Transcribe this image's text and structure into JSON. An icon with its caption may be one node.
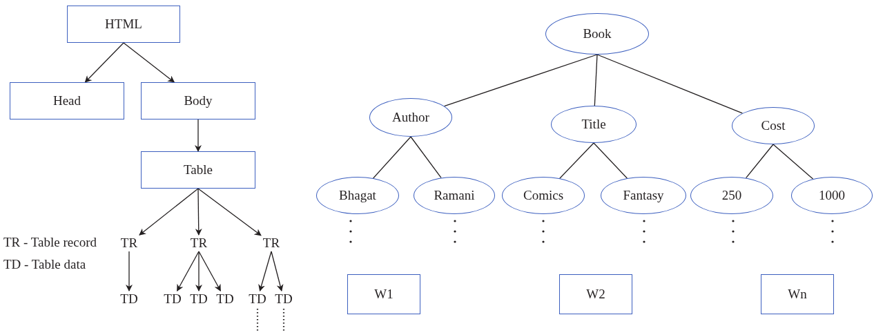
{
  "diagram": {
    "nodes": [
      {
        "text": [
          "HTML"
        ]
      },
      {
        "text": [
          "Head"
        ]
      },
      {
        "text": [
          "Body"
        ]
      },
      {
        "text": [
          "Table"
        ]
      },
      {
        "text": [
          "TR"
        ]
      },
      {
        "text": [
          "TR"
        ]
      },
      {
        "text": [
          "TR"
        ]
      },
      {
        "text": [
          "TD"
        ]
      },
      {
        "text": [
          "TD"
        ]
      },
      {
        "text": [
          "TD"
        ]
      },
      {
        "text": [
          "TD"
        ]
      },
      {
        "text": [
          "TD"
        ]
      },
      {
        "text": [
          "TD"
        ]
      },
      {
        "text": [
          "Book"
        ]
      },
      {
        "text": [
          "Author"
        ]
      },
      {
        "text": [
          "Title"
        ]
      },
      {
        "text": [
          "Cost"
        ]
      },
      {
        "text": [
          "Bhagat"
        ]
      },
      {
        "text": [
          "Ramani"
        ]
      },
      {
        "text": [
          "Comics"
        ]
      },
      {
        "text": [
          "Fantasy"
        ]
      },
      {
        "text": [
          "250"
        ]
      },
      {
        "text": [
          "1000"
        ]
      },
      {
        "text": [
          "W1"
        ]
      },
      {
        "text": [
          "W2"
        ]
      },
      {
        "text": [
          "Wn"
        ]
      }
    ],
    "edges": [
      {
        "from": 0,
        "to": 1,
        "arrow": "to"
      },
      {
        "from": 0,
        "to": 2,
        "arrow": "to"
      },
      {
        "from": 2,
        "to": 3,
        "arrow": "to"
      },
      {
        "from": 3,
        "to": 4,
        "arrow": "to"
      },
      {
        "from": 3,
        "to": 5,
        "arrow": "to"
      },
      {
        "from": 3,
        "to": 6,
        "arrow": "to"
      },
      {
        "from": 4,
        "to": 7,
        "arrow": "to"
      },
      {
        "from": 5,
        "to": 8,
        "arrow": "to"
      },
      {
        "from": 5,
        "to": 9,
        "arrow": "to"
      },
      {
        "from": 5,
        "to": 10,
        "arrow": "to"
      },
      {
        "from": 6,
        "to": 11,
        "arrow": "to"
      },
      {
        "from": 6,
        "to": 12,
        "arrow": "to"
      },
      {
        "from": 13,
        "to": 14,
        "arrow": "none"
      },
      {
        "from": 13,
        "to": 15,
        "arrow": "none"
      },
      {
        "from": 13,
        "to": 16,
        "arrow": "none"
      },
      {
        "from": 14,
        "to": 17,
        "arrow": "none"
      },
      {
        "from": 14,
        "to": 18,
        "arrow": "none"
      },
      {
        "from": 15,
        "to": 19,
        "arrow": "none"
      },
      {
        "from": 15,
        "to": 20,
        "arrow": "none"
      },
      {
        "from": 16,
        "to": 21,
        "arrow": "none"
      },
      {
        "from": 16,
        "to": 22,
        "arrow": "none"
      }
    ],
    "labels": [
      "TR - Table record",
      "TD - Table data"
    ]
  }
}
